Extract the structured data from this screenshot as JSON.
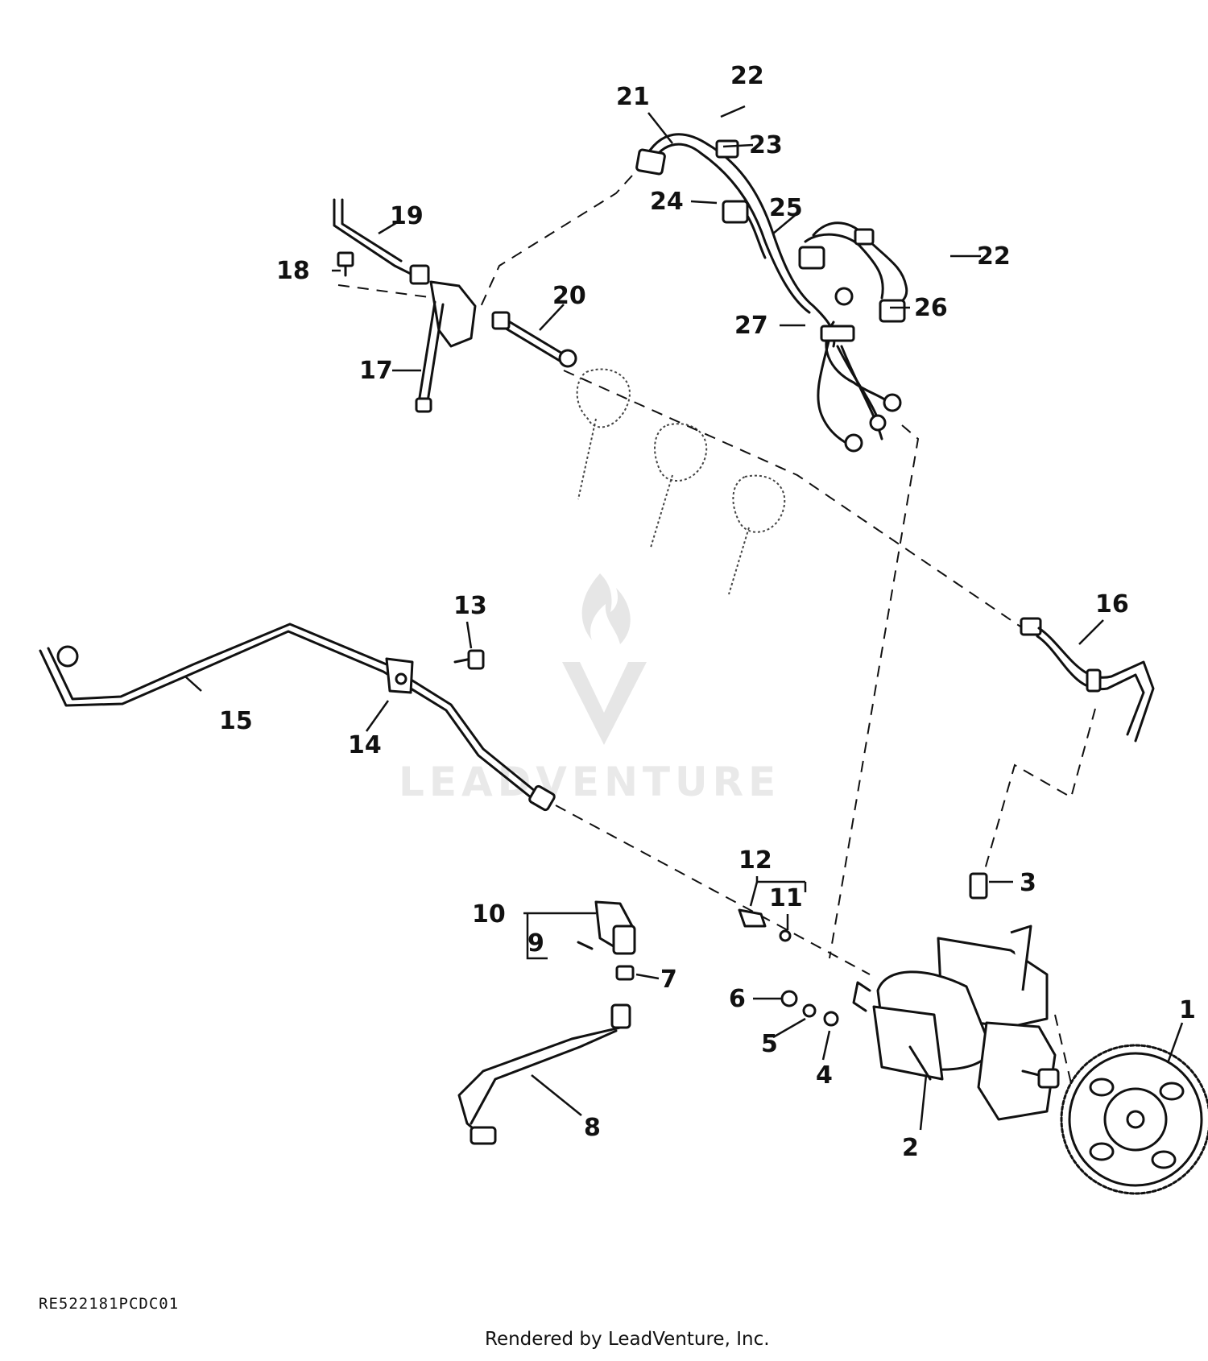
{
  "watermark": {
    "text": "LEADVENTURE",
    "icon": "flame-v-logo"
  },
  "callouts": [
    "1",
    "2",
    "3",
    "4",
    "5",
    "6",
    "7",
    "8",
    "9",
    "10",
    "11",
    "12",
    "13",
    "14",
    "15",
    "16",
    "17",
    "18",
    "19",
    "20",
    "21",
    "22",
    "22",
    "23",
    "24",
    "25",
    "26",
    "27"
  ],
  "footer": {
    "diagram_code": "RE522181PCDC01",
    "credit": "Rendered by LeadVenture, Inc."
  }
}
